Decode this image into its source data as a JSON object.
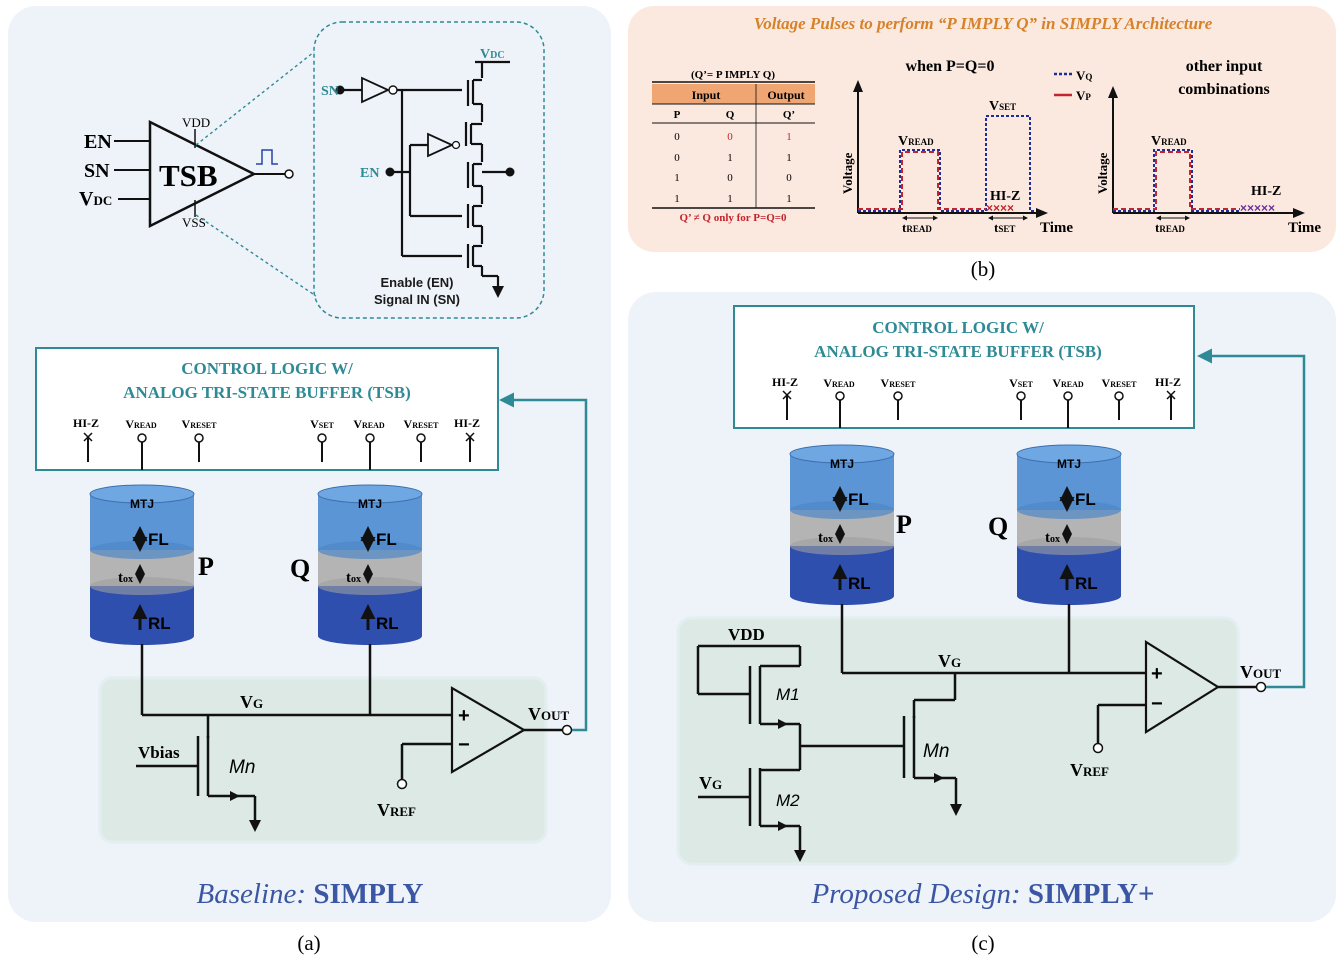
{
  "panels": {
    "a_caption": "(a)",
    "b_caption": "(b)",
    "c_caption": "(c)",
    "a_footer_italic": "Baseline:",
    "a_footer_bold": "SIMPLY",
    "c_footer_italic": "Proposed Design:",
    "c_footer_bold": "SIMPLY+"
  },
  "tsb": {
    "label": "TSB",
    "vdd": "VDD",
    "vss": "VSS",
    "in_en": "EN",
    "in_sn": "SN",
    "in_vdc": "V",
    "in_vdc_sub": "DC",
    "detail_vdc": "V",
    "detail_vdc_sub": "DC",
    "detail_sn": "SN",
    "detail_en": "EN",
    "detail_caption1": "Enable (EN)",
    "detail_caption2": "Signal IN (SN)"
  },
  "control": {
    "title1": "CONTROL LOGIC W/",
    "title2": "ANALOG TRI-STATE BUFFER (TSB)",
    "hiz": "HI-Z",
    "v": "V",
    "read": "READ",
    "reset": "RESET",
    "set": "SET"
  },
  "mtj": {
    "top": "MTJ",
    "fl": "FL",
    "tox": "t",
    "tox_sub": "ox",
    "rl": "RL",
    "p": "P",
    "q": "Q"
  },
  "circuit": {
    "vg": "V",
    "vg_sub": "G",
    "vbias": "Vbias",
    "mn": "Mn",
    "m1": "M1",
    "m2": "M2",
    "vdd": "VDD",
    "vout": "V",
    "vout_sub": "OUT",
    "vref": "V",
    "vref_sub": "REF",
    "plus": "+",
    "minus": "−"
  },
  "pulses": {
    "title": "Voltage Pulses to perform “P IMPLY Q” in SIMPLY Architecture",
    "table_title": "(Q’= P IMPLY Q)",
    "table_head_input": "Input",
    "table_head_output": "Output",
    "table_cols": [
      "P",
      "Q",
      "Q’"
    ],
    "table_rows": [
      [
        "0",
        "0",
        "1"
      ],
      [
        "0",
        "1",
        "1"
      ],
      [
        "1",
        "0",
        "0"
      ],
      [
        "1",
        "1",
        "1"
      ]
    ],
    "table_note": "Q’ ≠ Q only for P=Q=0",
    "plot1_title": "when P=Q=0",
    "plot2_title1": "other input",
    "plot2_title2": "combinations",
    "ylabel": "Voltage",
    "xlabel": "Time",
    "vread": "V",
    "vread_sub": "READ",
    "vset": "V",
    "vset_sub": "SET",
    "hiz": "HI-Z",
    "tread": "t",
    "tread_sub": "READ",
    "tset": "t",
    "tset_sub": "SET",
    "legend_vq": "V",
    "legend_vq_sub": "Q",
    "legend_vp": "V",
    "legend_vp_sub": "P"
  },
  "colors": {
    "teal": "#2e8a95",
    "panel_bg": "#eef3f9",
    "pulse_bg": "#fbe9df",
    "green_box": "#dce9e4",
    "mtj_top": "#5b95d6",
    "mtj_mid": "#b4b4b4",
    "mtj_bot": "#2f4fae",
    "title_orange": "#d6822a",
    "footer_blue": "#3b56a3",
    "vq_blue": "#1e2d9c",
    "vp_red": "#c4242c"
  }
}
